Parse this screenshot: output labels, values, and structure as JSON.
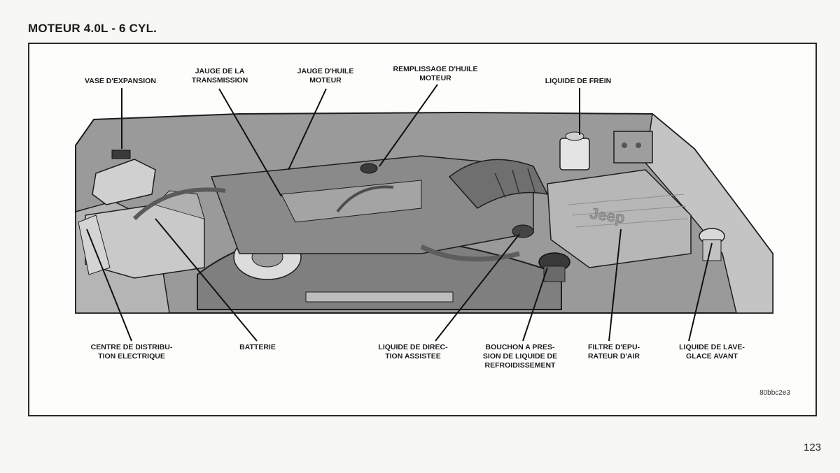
{
  "page": {
    "title": "MOTEUR 4.0L - 6 CYL.",
    "figure_code": "80bbc2e3",
    "page_number": "123"
  },
  "callouts_top": [
    {
      "id": "vase",
      "lines": [
        "VASE D'EXPANSION"
      ]
    },
    {
      "id": "jauge-transmission",
      "lines": [
        "JAUGE DE LA",
        "TRANSMISSION"
      ]
    },
    {
      "id": "jauge-huile",
      "lines": [
        "JAUGE D'HUILE",
        "MOTEUR"
      ]
    },
    {
      "id": "remplissage",
      "lines": [
        "REMPLISSAGE D'HUILE",
        "MOTEUR"
      ]
    },
    {
      "id": "frein",
      "lines": [
        "LIQUIDE DE FREIN"
      ]
    }
  ],
  "callouts_bottom": [
    {
      "id": "centre",
      "lines": [
        "CENTRE DE DISTRIBU-",
        "TION ELECTRIQUE"
      ]
    },
    {
      "id": "batterie",
      "lines": [
        "BATTERIE"
      ]
    },
    {
      "id": "direction",
      "lines": [
        "LIQUIDE DE DIREC-",
        "TION ASSISTEE"
      ]
    },
    {
      "id": "bouchon",
      "lines": [
        "BOUCHON A PRES-",
        "SION DE LIQUIDE DE",
        "REFROIDISSEMENT"
      ]
    },
    {
      "id": "filtre",
      "lines": [
        "FILTRE D'EPU-",
        "RATEUR D'AIR"
      ]
    },
    {
      "id": "lave-glace",
      "lines": [
        "LIQUIDE DE LAVE-",
        "GLACE AVANT"
      ]
    }
  ],
  "illustration": {
    "grille_emblem": "Jeep",
    "colors": {
      "line": "#1d1d1d",
      "engine_dark": "#8d8d8d",
      "engine_mid": "#a9a9a9",
      "engine_light": "#c9c9c9",
      "highlight": "#e6e6e6"
    }
  }
}
